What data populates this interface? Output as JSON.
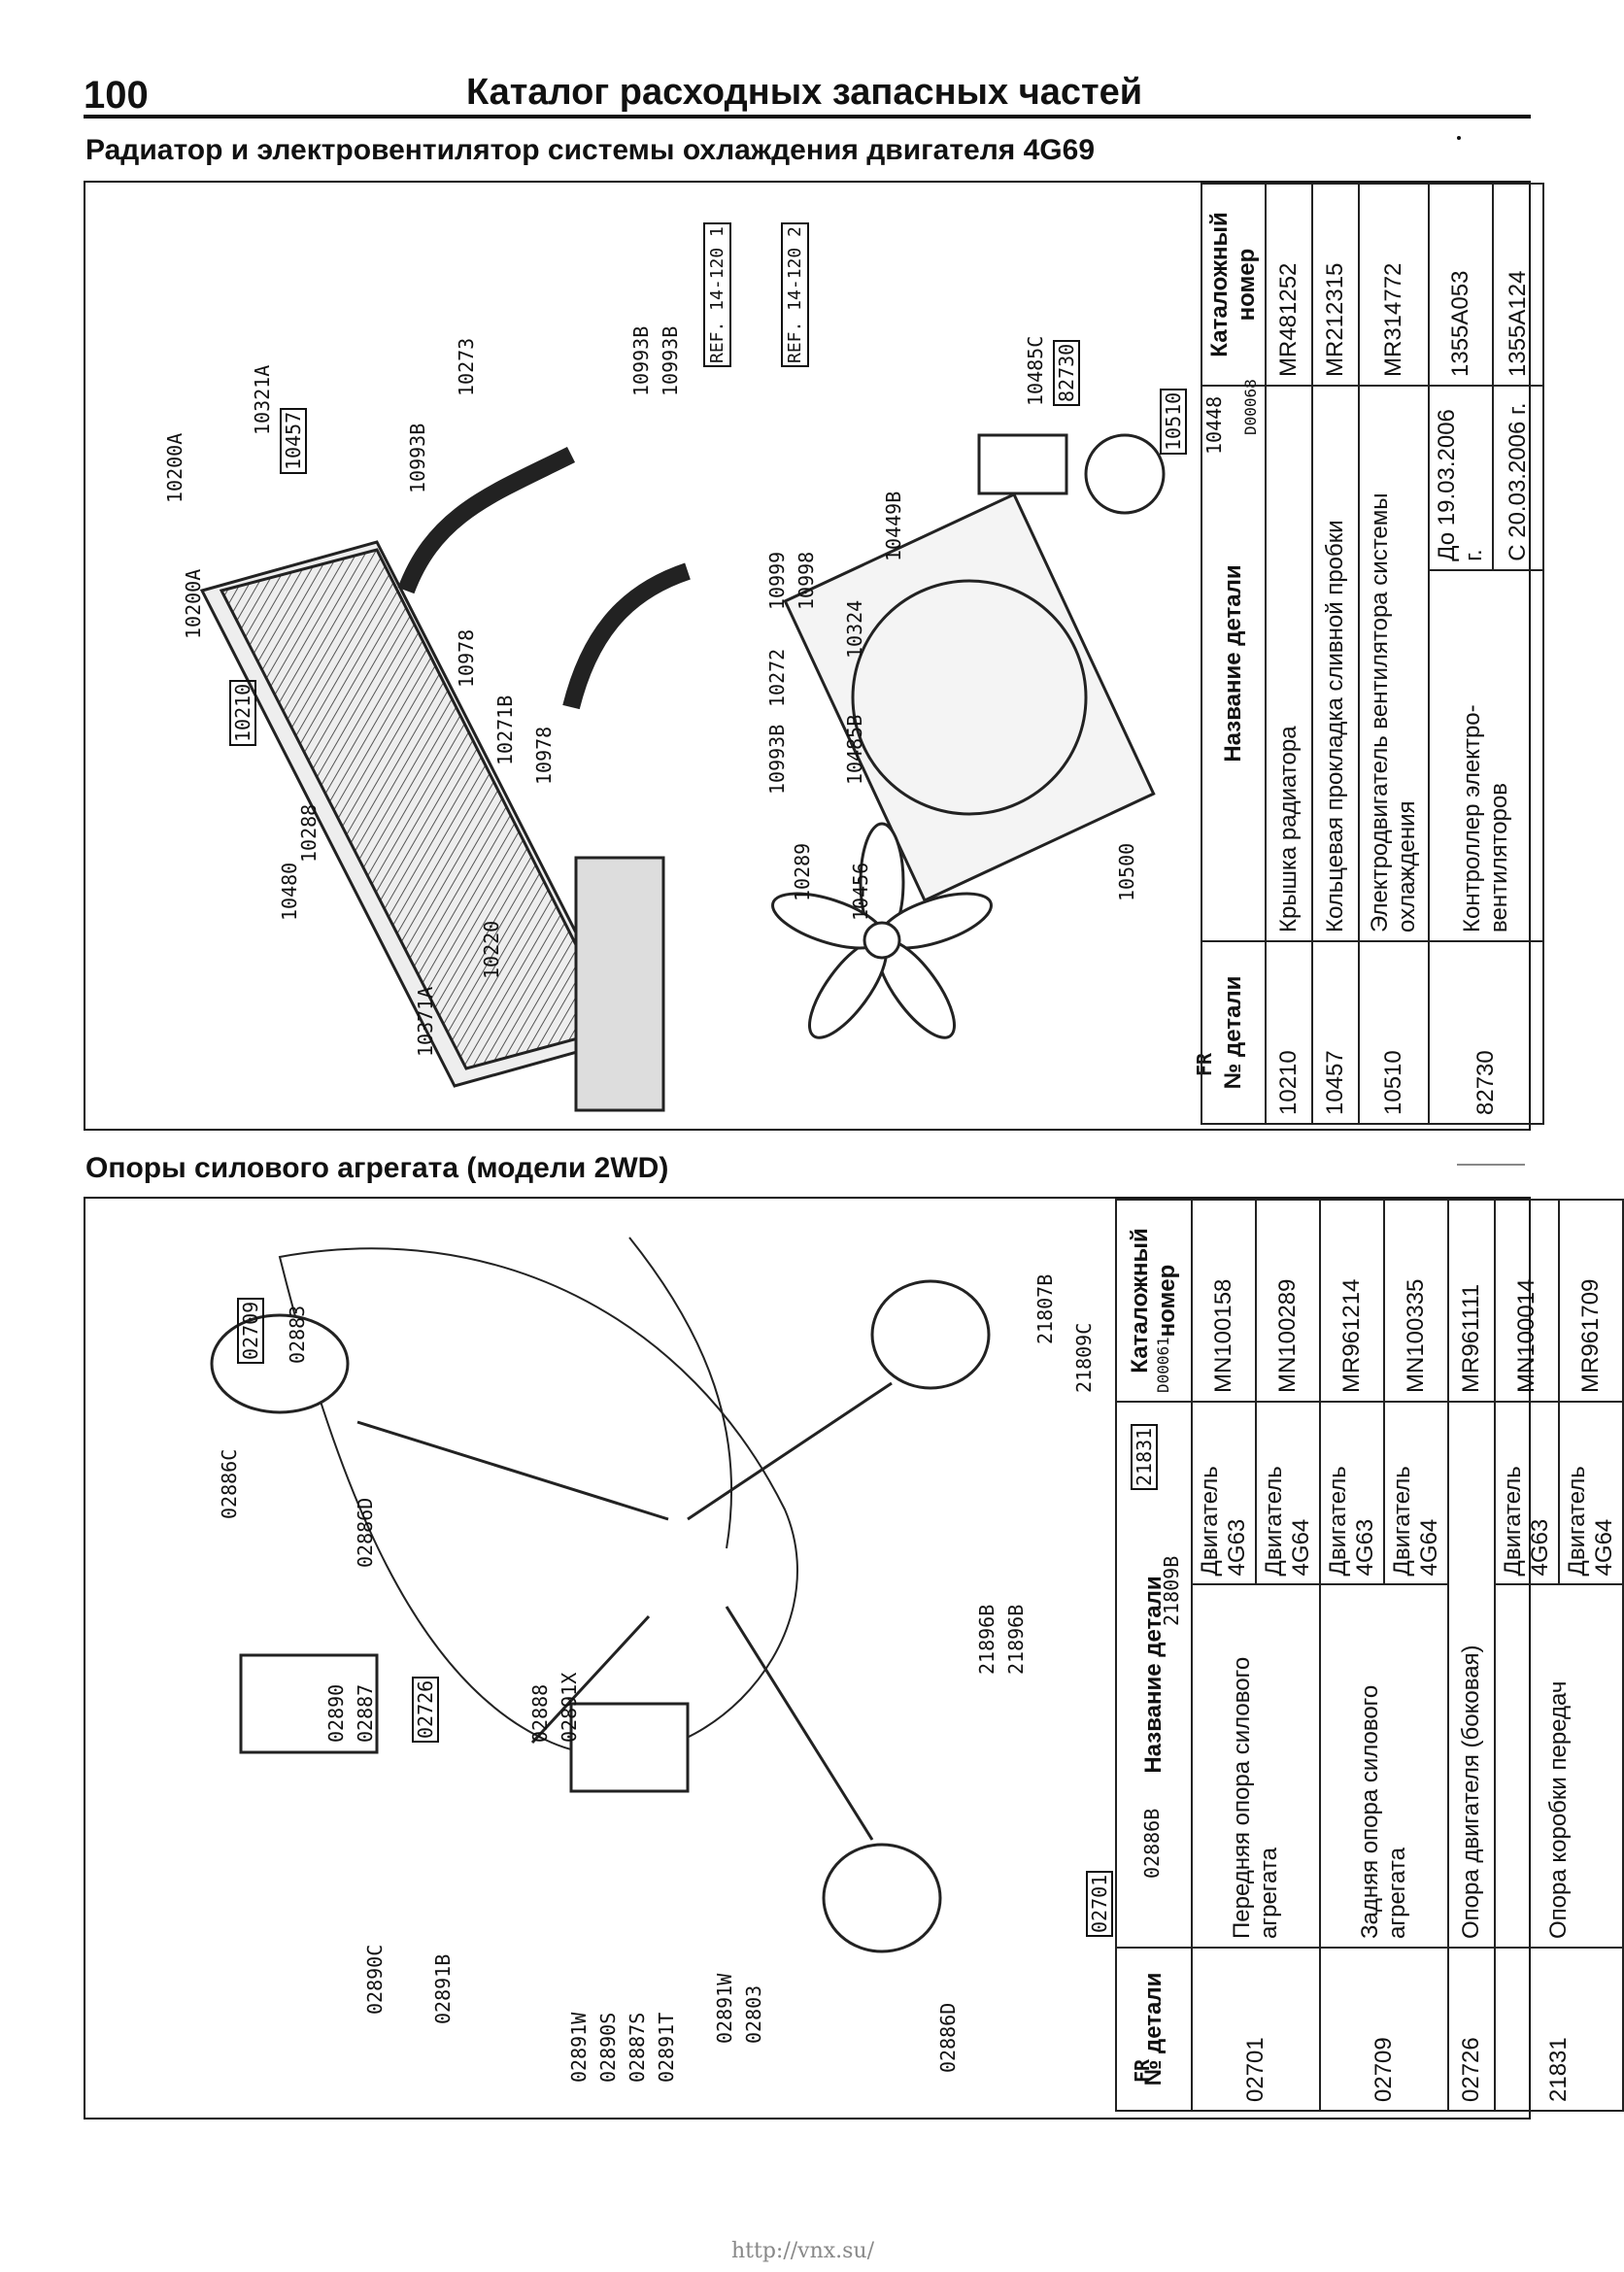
{
  "header": {
    "page_number": "100",
    "title": "Каталог расходных запасных частей"
  },
  "section1": {
    "title": "Радиатор и электровентилятор системы охлаждения двигателя 4G69",
    "diagram_code": "D00068",
    "fr_label": "FR",
    "callouts": [
      "10200A",
      "10321A",
      "10457",
      "10993B",
      "10273",
      "10993B",
      "10993B",
      "REF. 14-120 1",
      "REF. 14-120 2",
      "10485C",
      "82730",
      "10510",
      "10448",
      "10210",
      "10978",
      "10271B",
      "10978",
      "10999",
      "10998",
      "10272",
      "10993B",
      "10449B",
      "10324",
      "10485B",
      "10480",
      "10288",
      "10371A",
      "10220",
      "10289",
      "10456",
      "10500"
    ],
    "table": {
      "headers": [
        "№ детали",
        "Название детали",
        "Каталожный номер"
      ],
      "rows": [
        {
          "no": "10210",
          "name": "Крышка радиатора",
          "sub": "",
          "cat": "MR481252"
        },
        {
          "no": "10457",
          "name": "Кольцевая прокладка сливной пробки",
          "sub": "",
          "cat": "MR212315"
        },
        {
          "no": "10510",
          "name": "Электродвигатель вентилятора системы охлаждения",
          "sub": "",
          "cat": "MR314772"
        },
        {
          "no": "82730",
          "name": "Контроллер электро-вентиляторов",
          "sub": "До 19.03.2006 г.",
          "cat": "1355A053"
        },
        {
          "no": "",
          "name": "",
          "sub": "С 20.03.2006 г.",
          "cat": "1355A124"
        }
      ]
    }
  },
  "section2": {
    "title": "Опоры силового агрегата (модели 2WD)",
    "diagram_code": "D00061",
    "fr_label": "FR",
    "callouts": [
      "02709",
      "02883",
      "02886C",
      "02886D",
      "02726",
      "02890",
      "02887",
      "02888",
      "02891X",
      "02890C",
      "02891B",
      "02891W",
      "02890S",
      "02887S",
      "02891T",
      "02891W",
      "02803",
      "21807B",
      "21809C",
      "21831",
      "21896B",
      "21896B",
      "21809B",
      "02701",
      "02886B",
      "02886D"
    ],
    "table": {
      "headers": [
        "№ детали",
        "Название детали",
        "Каталожный номер"
      ],
      "rows": [
        {
          "no": "02701",
          "name": "Передняя опора силового агрегата",
          "sub": "Двигатель 4G63",
          "cat": "MN100158"
        },
        {
          "no": "",
          "name": "",
          "sub": "Двигатель 4G64",
          "cat": "MN100289"
        },
        {
          "no": "02709",
          "name": "Задняя опора силового агрегата",
          "sub": "Двигатель 4G63",
          "cat": "MR961214"
        },
        {
          "no": "",
          "name": "",
          "sub": "Двигатель 4G64",
          "cat": "MN100335"
        },
        {
          "no": "02726",
          "name": "Опора двигателя (боковая)",
          "sub": "",
          "cat": "MR961111"
        },
        {
          "no": "21831",
          "name": "Опора коробки передач",
          "sub": "Двигатель 4G63",
          "cat": "MN100014"
        },
        {
          "no": "",
          "name": "",
          "sub": "Двигатель 4G64",
          "cat": "MR961709"
        }
      ]
    }
  },
  "footer": {
    "url": "http://vnx.su/"
  }
}
